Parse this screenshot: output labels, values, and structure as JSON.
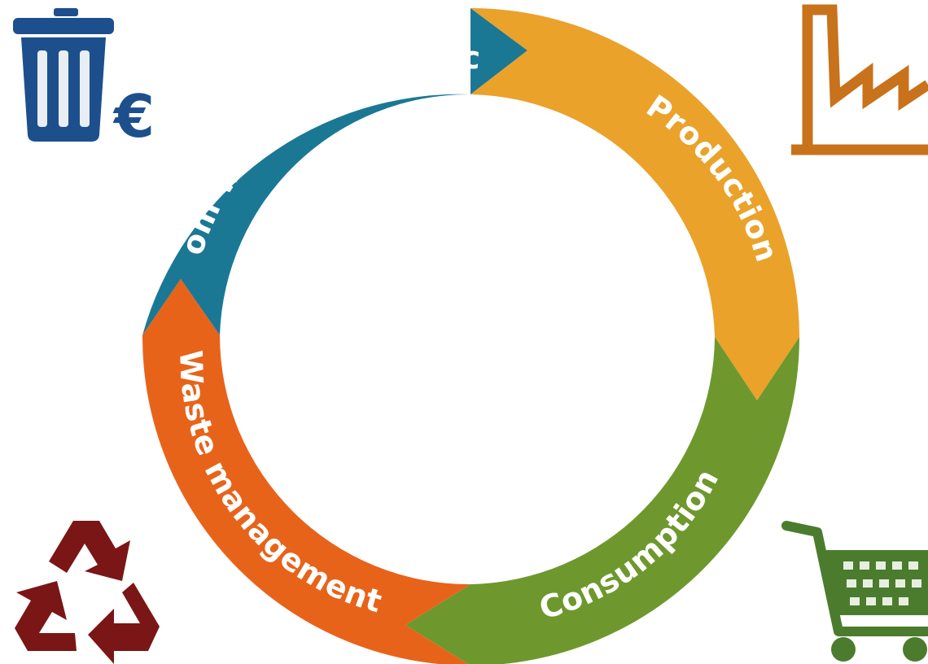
{
  "cycle": {
    "segments": [
      {
        "id": "from-waste",
        "label": "From waste to resources",
        "color": "#1b7895"
      },
      {
        "id": "production",
        "label": "Production",
        "color": "#eaa22a"
      },
      {
        "id": "consumption",
        "label": "Consumption",
        "color": "#6e982d"
      },
      {
        "id": "waste-management",
        "label": "Waste management",
        "color": "#e8631a"
      }
    ]
  },
  "icons": {
    "bin": {
      "name": "trash-bin-icon",
      "color": "#1d4f8d",
      "currency_symbol": "€"
    },
    "factory": {
      "name": "factory-icon",
      "color": "#c8721c"
    },
    "cart": {
      "name": "shopping-cart-icon",
      "color": "#4b7c2e"
    },
    "recycle": {
      "name": "recycle-icon",
      "color": "#7a1616"
    }
  }
}
